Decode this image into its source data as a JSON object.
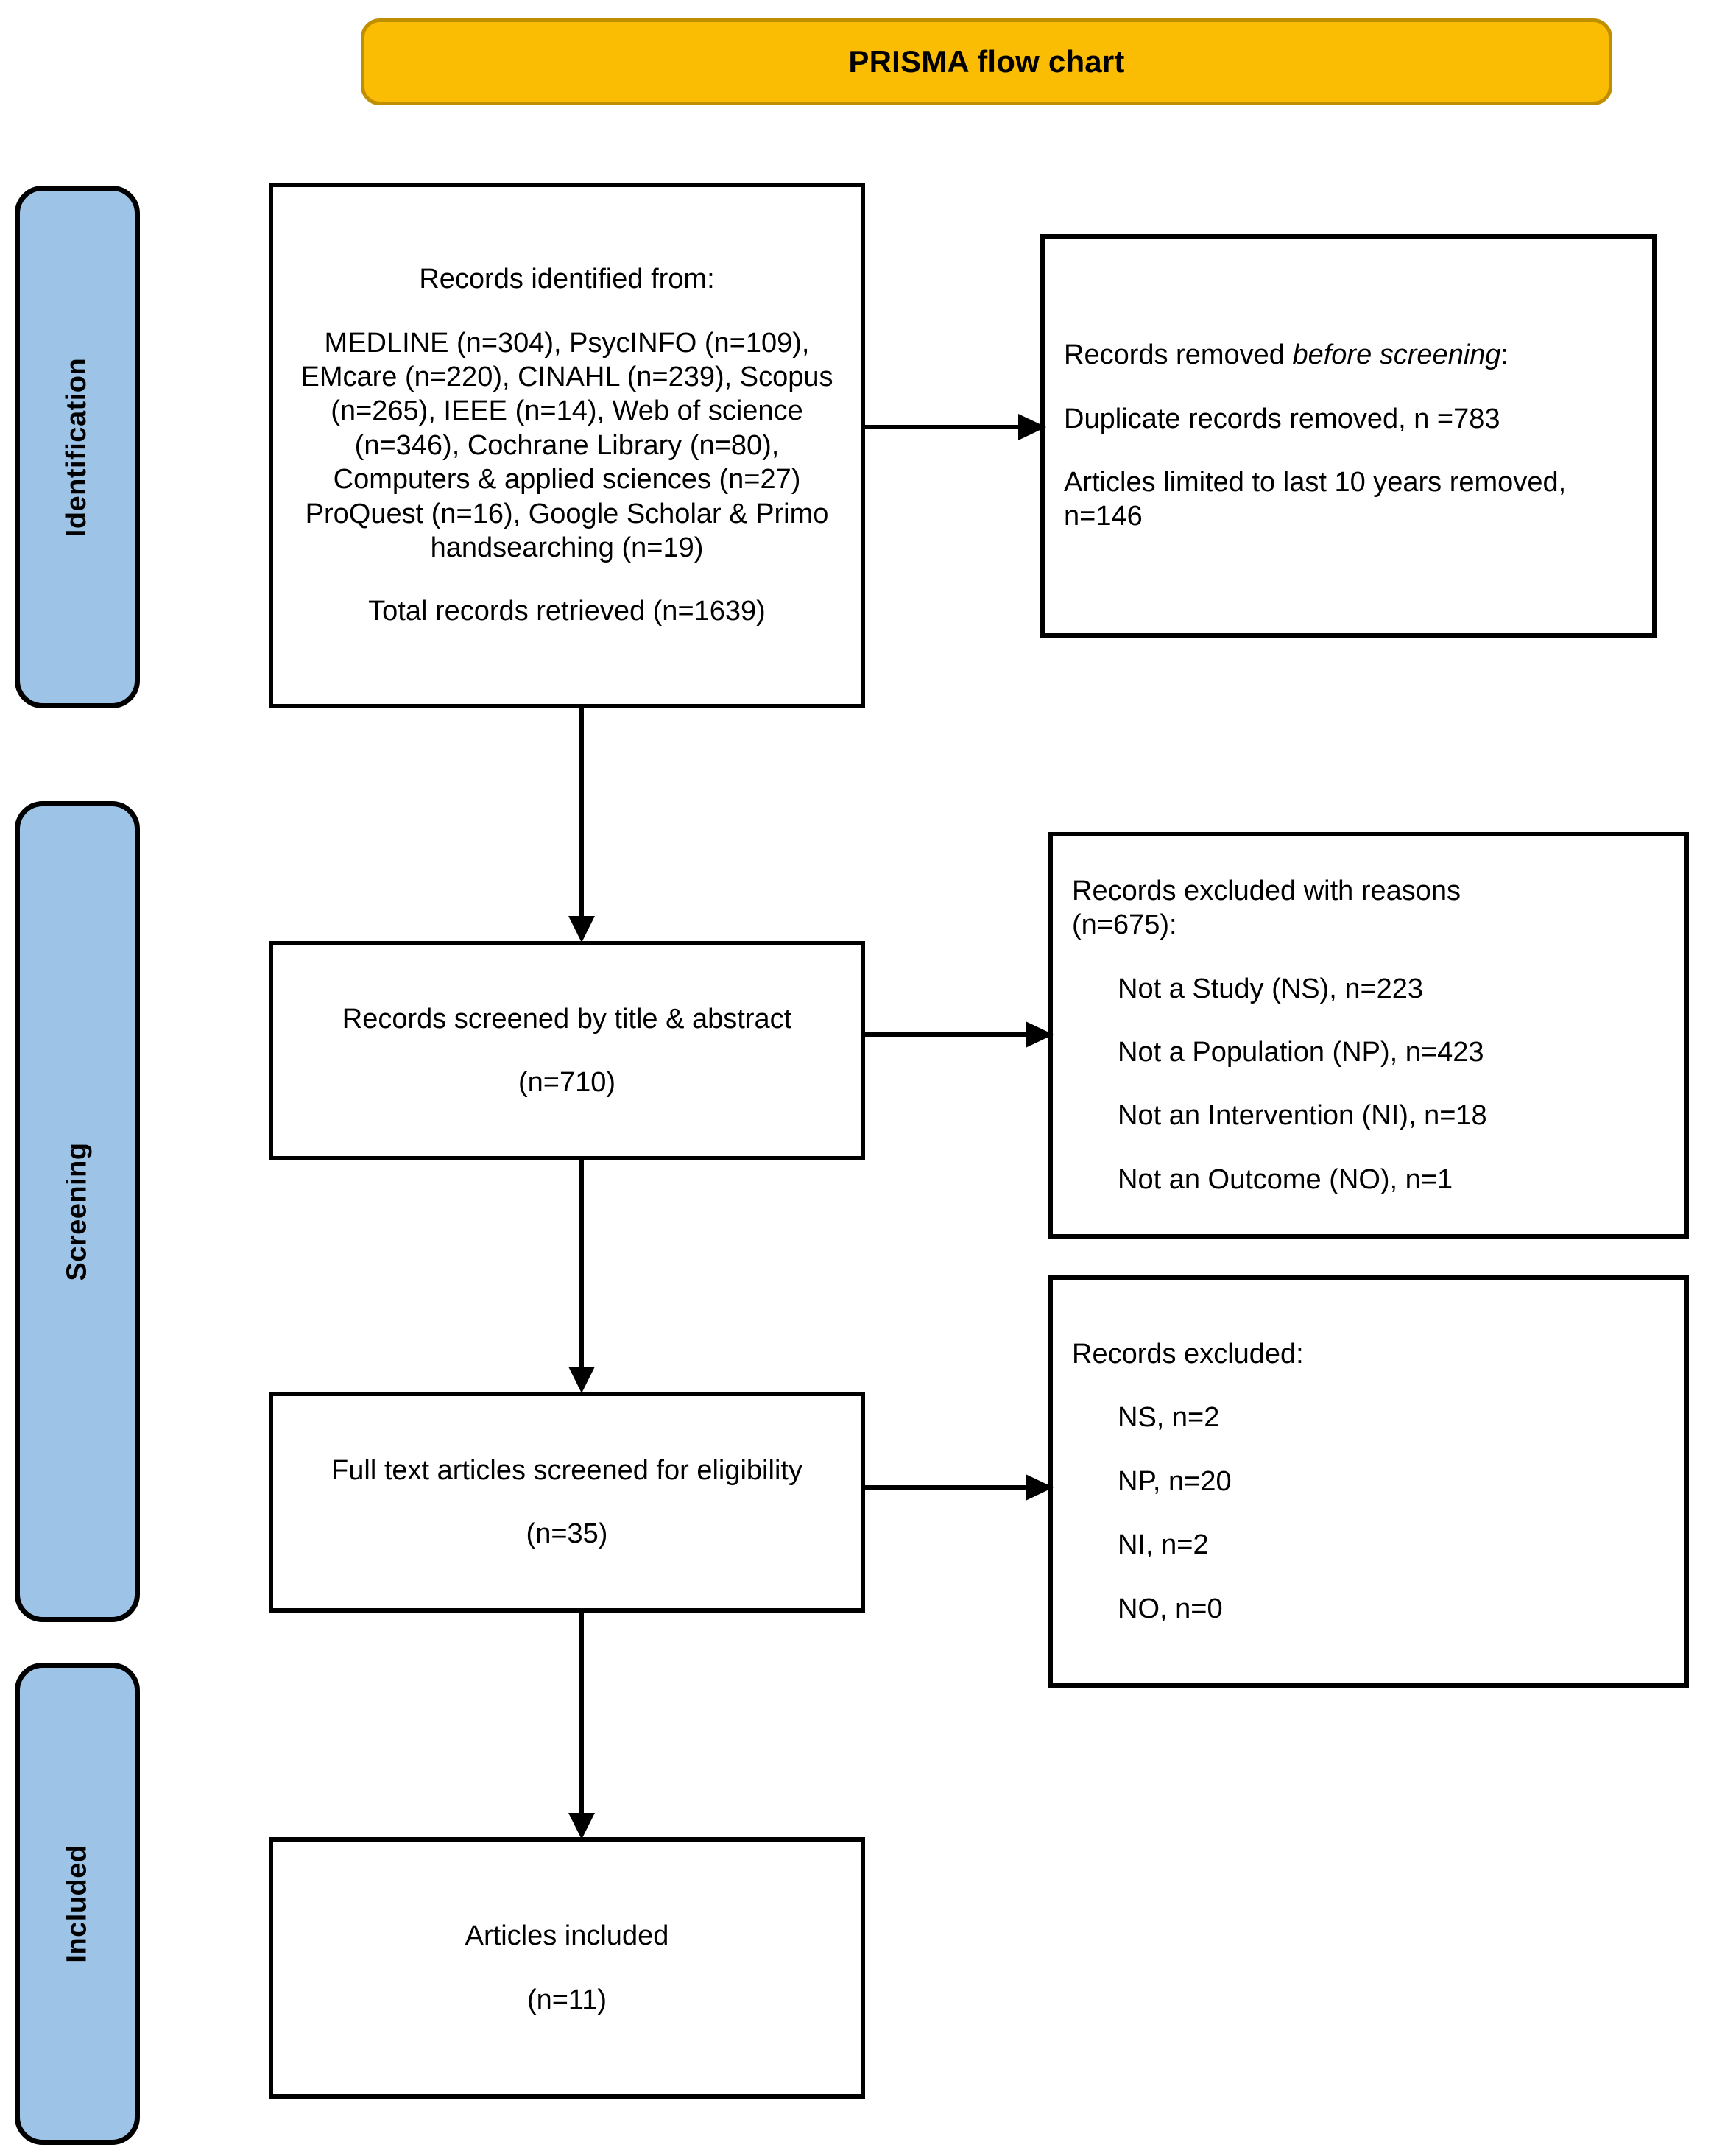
{
  "title": {
    "text": "PRISMA flow chart"
  },
  "stages": [
    {
      "id": "identification",
      "label": "Identification"
    },
    {
      "id": "screening",
      "label": "Screening"
    },
    {
      "id": "included",
      "label": "Included"
    }
  ],
  "boxes": {
    "identified": {
      "heading": "Records identified from:",
      "sources_text": "MEDLINE (n=304), PsycINFO (n=109), EMcare (n=220), CINAHL (n=239), Scopus (n=265), IEEE (n=14), Web of science (n=346), Cochrane Library (n=80), Computers & applied sciences (n=27) ProQuest (n=16), Google Scholar & Primo handsearching (n=19)",
      "total": "Total records retrieved (n=1639)"
    },
    "removed_before": {
      "heading_prefix": "Records removed ",
      "heading_italic": "before screening",
      "heading_suffix": ":",
      "line1": "Duplicate records removed, n =783",
      "line2": "Articles limited to last 10 years removed, n=146"
    },
    "screened": {
      "line1": "Records screened by title & abstract",
      "line2": "(n=710)"
    },
    "excluded_reasons": {
      "heading_line1": "Records excluded with reasons",
      "heading_line2": "(n=675):",
      "reasons": [
        "Not a Study (NS), n=223",
        "Not a Population (NP), n=423",
        "Not an Intervention (NI), n=18",
        "Not an Outcome (NO), n=1"
      ]
    },
    "fulltext": {
      "line1": "Full text articles screened for eligibility",
      "line2": "(n=35)"
    },
    "excluded_plain": {
      "heading": "Records excluded:",
      "reasons": [
        "NS, n=2",
        "NP, n=20",
        "NI, n=2",
        "NO, n=0"
      ]
    },
    "included": {
      "line1": "Articles included",
      "line2": "(n=11)"
    }
  },
  "colors": {
    "banner_fill": "#FBBC04",
    "banner_border": "#BF8F00",
    "stage_fill": "#9DC3E6",
    "box_border": "#000000",
    "box_fill": "#FFFFFF",
    "connector": "#000000"
  },
  "chart_data": {
    "type": "diagram",
    "title": "PRISMA flow chart",
    "nodes": [
      {
        "id": "identified",
        "stage": "Identification",
        "label": "Records identified from",
        "value": 1639
      },
      {
        "id": "removed_before",
        "stage": "Identification",
        "label": "Records removed before screening",
        "duplicates": 783,
        "limited_to_10_years": 146
      },
      {
        "id": "screened",
        "stage": "Screening",
        "label": "Records screened by title & abstract",
        "value": 710
      },
      {
        "id": "excluded_reasons",
        "stage": "Screening",
        "label": "Records excluded with reasons",
        "value": 675,
        "not_a_study": 223,
        "not_a_population": 423,
        "not_an_intervention": 18,
        "not_an_outcome": 1
      },
      {
        "id": "fulltext",
        "stage": "Screening",
        "label": "Full text articles screened for eligibility",
        "value": 35
      },
      {
        "id": "excluded_plain",
        "stage": "Screening",
        "label": "Records excluded",
        "NS": 2,
        "NP": 20,
        "NI": 2,
        "NO": 0
      },
      {
        "id": "included",
        "stage": "Included",
        "label": "Articles included",
        "value": 11
      }
    ],
    "edges": [
      {
        "from": "identified",
        "to": "removed_before",
        "direction": "right"
      },
      {
        "from": "identified",
        "to": "screened",
        "direction": "down"
      },
      {
        "from": "screened",
        "to": "excluded_reasons",
        "direction": "right"
      },
      {
        "from": "screened",
        "to": "fulltext",
        "direction": "down"
      },
      {
        "from": "fulltext",
        "to": "excluded_plain",
        "direction": "right"
      },
      {
        "from": "fulltext",
        "to": "included",
        "direction": "down"
      }
    ],
    "sources": [
      {
        "name": "MEDLINE",
        "n": 304
      },
      {
        "name": "PsycINFO",
        "n": 109
      },
      {
        "name": "EMcare",
        "n": 220
      },
      {
        "name": "CINAHL",
        "n": 239
      },
      {
        "name": "Scopus",
        "n": 265
      },
      {
        "name": "IEEE",
        "n": 14
      },
      {
        "name": "Web of science",
        "n": 346
      },
      {
        "name": "Cochrane Library",
        "n": 80
      },
      {
        "name": "Computers & applied sciences",
        "n": 27
      },
      {
        "name": "ProQuest",
        "n": 16
      },
      {
        "name": "Google Scholar & Primo handsearching",
        "n": 19
      }
    ]
  }
}
